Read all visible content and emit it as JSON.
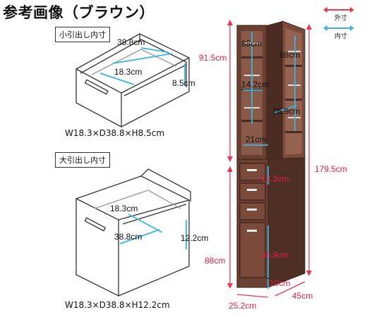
{
  "title": "参考画像（ブラウン）",
  "legend": {
    "outer": "外寸",
    "inner": "内寸",
    "outer_color": "#e8384f",
    "inner_color": "#3ab5e0"
  },
  "small_drawer": {
    "label": "小引出し内寸",
    "depth": "38.8cm",
    "width": "18.3cm",
    "height": "8.5cm",
    "caption": "W18.3×D38.8×H8.5cm"
  },
  "large_drawer": {
    "label": "大引出し内寸",
    "width": "18.3cm",
    "depth": "38.8cm",
    "height": "12.2cm",
    "caption": "W18.3×D38.8×H12.2cm"
  },
  "cabinet": {
    "upper_height": "91.5cm",
    "total_height": "179.5cm",
    "lower_height": "88cm",
    "width": "25.2cm",
    "depth": "45cm",
    "shelf_left_height": "88cm",
    "shelf_right_height": "88cm",
    "shelf_left_width": "14.2cm",
    "shelf_right_width": "26.9cm",
    "shelf_bottom_width": "21cm",
    "small_drawer_height": "13.3cm",
    "large_drawer_height": "36.9cm",
    "base_height": "10cm"
  }
}
